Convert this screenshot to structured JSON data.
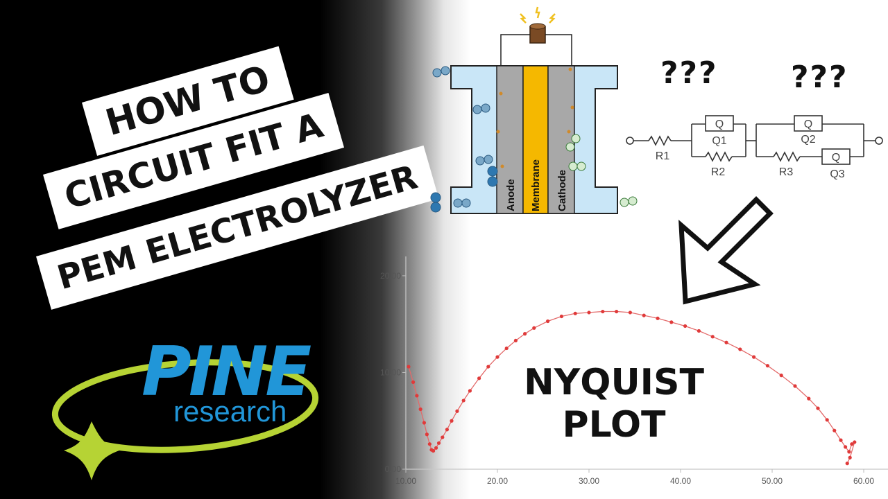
{
  "title": {
    "line1": "HOW TO",
    "line2": "CIRCUIT FIT A",
    "line3": "PEM ELECTROLYZER"
  },
  "logo": {
    "name": "PINE",
    "tagline": "research",
    "colors": {
      "blue": "#2196d8",
      "green": "#b6d334"
    }
  },
  "electrolyzer": {
    "anode": "Anode",
    "membrane": "Membrane",
    "cathode": "Cathode",
    "colors": {
      "electrolyte": "#c9e6f7",
      "electrode": "#a8a8a8",
      "membrane": "#f5b800"
    }
  },
  "circuit": {
    "question_marks_left": "???",
    "question_marks_right": "???",
    "elements": [
      "R1",
      "Q",
      "Q1",
      "R2",
      "Q",
      "Q2",
      "R3",
      "Q",
      "Q3"
    ]
  },
  "nyquist": {
    "label_line1": "NYQUIST",
    "label_line2": "PLOT"
  },
  "chart_data": {
    "type": "scatter",
    "title": "",
    "xlabel": "",
    "ylabel": "",
    "xlim": [
      10,
      60
    ],
    "ylim": [
      0,
      22
    ],
    "x_ticks": [
      "10.00",
      "20.00",
      "30.00",
      "40.00",
      "50.00",
      "60.00"
    ],
    "y_ticks": [
      "0.00",
      "10.00",
      "20.00"
    ],
    "grid": false,
    "series": [
      {
        "color": "#e03a3a",
        "x": [
          10.3,
          10.8,
          11.2,
          11.6,
          12.0,
          12.3,
          12.6,
          12.8,
          13.0,
          13.3,
          13.6,
          14.0,
          14.5,
          15.0,
          15.6,
          16.3,
          17.0,
          18.0,
          19.0,
          20.0,
          21.0,
          22.0,
          23.0,
          24.0,
          25.5,
          27.0,
          28.5,
          30.0,
          31.5,
          33.0,
          34.5,
          36.0,
          37.5,
          39.0,
          40.5,
          42.0,
          43.5,
          45.0,
          46.5,
          48.0,
          49.5,
          51.0,
          52.5,
          54.0,
          55.0,
          56.0,
          56.8,
          57.5,
          58.0,
          58.4,
          58.7,
          59.0,
          58.5,
          58.2
        ],
        "y": [
          10.6,
          9.0,
          7.6,
          6.2,
          4.8,
          3.6,
          2.6,
          2.0,
          1.9,
          2.2,
          2.7,
          3.3,
          4.1,
          5.0,
          6.0,
          7.1,
          8.1,
          9.4,
          10.6,
          11.6,
          12.5,
          13.3,
          14.0,
          14.6,
          15.3,
          15.8,
          16.1,
          16.2,
          16.3,
          16.3,
          16.2,
          15.9,
          15.6,
          15.2,
          14.8,
          14.3,
          13.7,
          13.1,
          12.4,
          11.6,
          10.7,
          9.7,
          8.6,
          7.3,
          6.3,
          5.1,
          4.0,
          3.0,
          2.3,
          1.8,
          2.6,
          2.8,
          1.2,
          0.6
        ]
      }
    ]
  }
}
